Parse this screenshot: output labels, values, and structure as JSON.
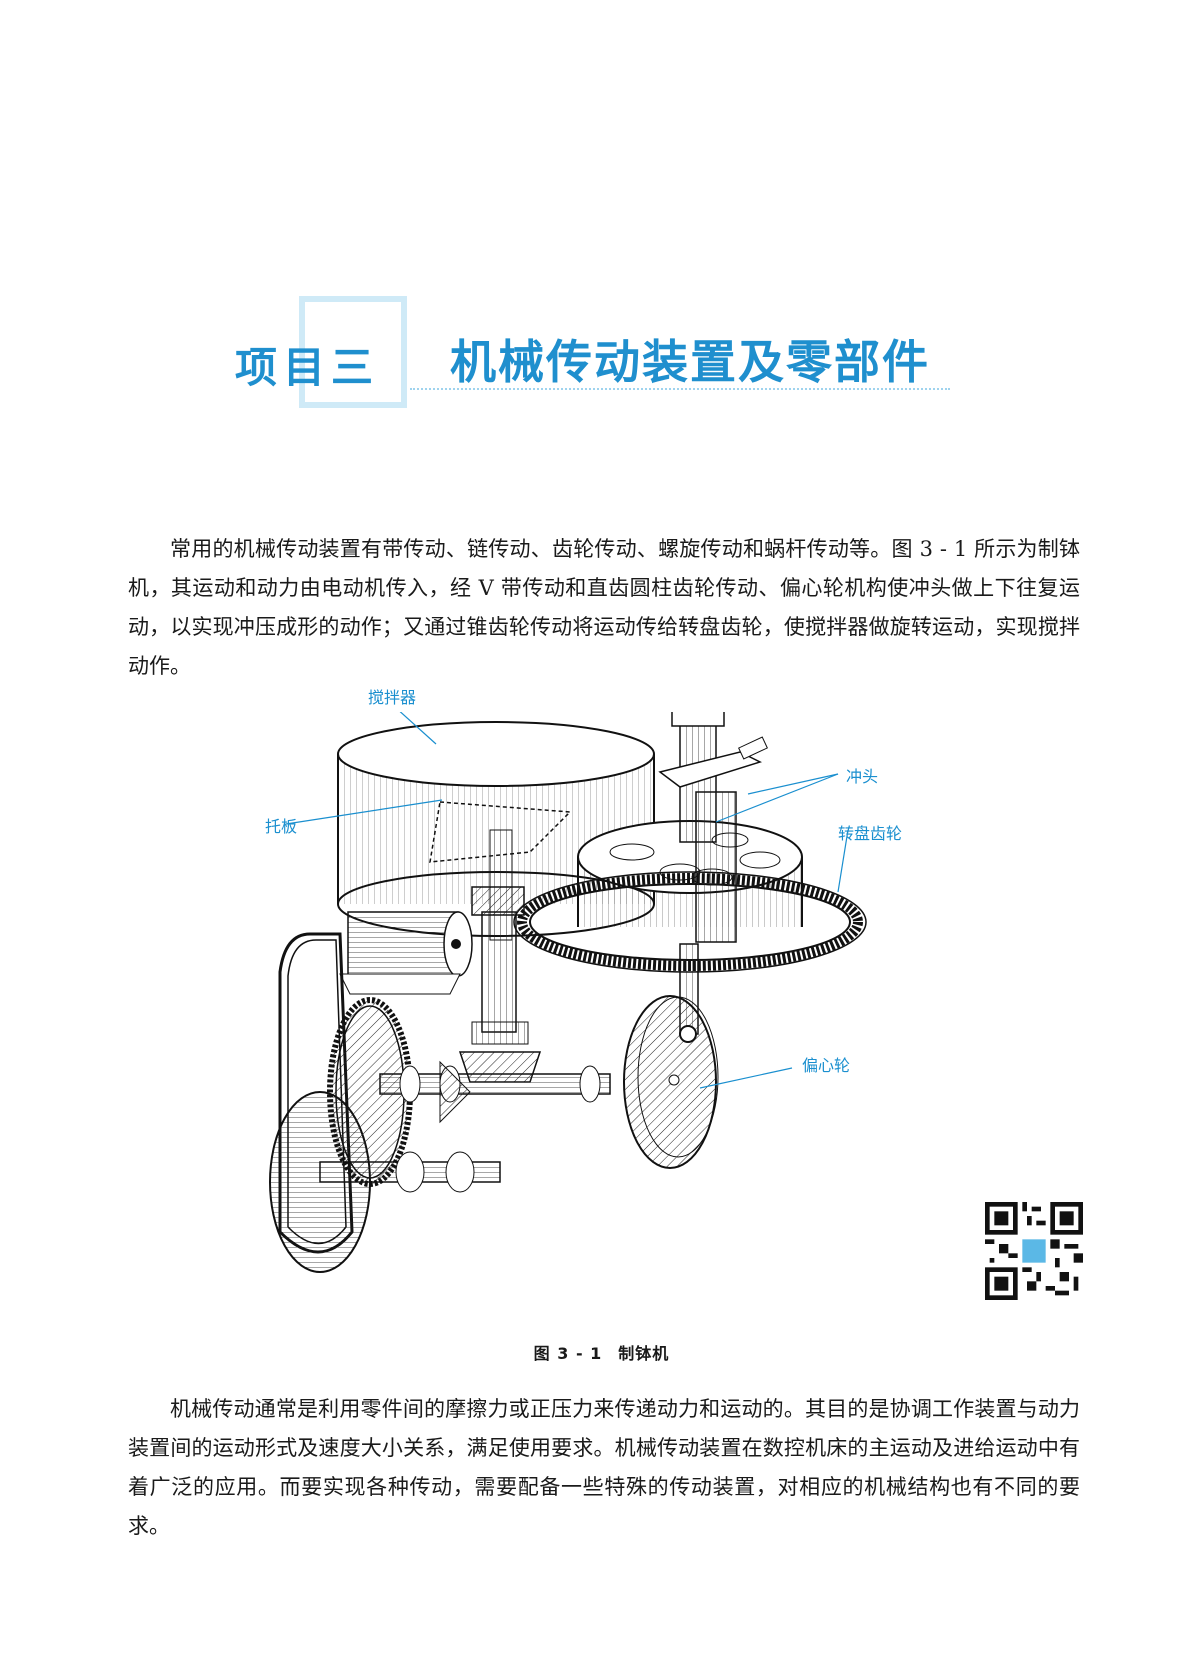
{
  "header": {
    "project_label": "项目三",
    "title": "机械传动装置及零部件"
  },
  "paragraphs": {
    "intro": "常用的机械传动装置有带传动、链传动、齿轮传动、螺旋传动和蜗杆传动等。图 3 - 1 所示为制钵机，其运动和动力由电动机传入，经 V 带传动和直齿圆柱齿轮传动、偏心轮机构使冲头做上下往复运动，以实现冲压成形的动作；又通过锥齿轮传动将运动传给转盘齿轮，使搅拌器做旋转运动，实现搅拌动作。",
    "outro": "机械传动通常是利用零件间的摩擦力或正压力来传递动力和运动的。其目的是协调工作装置与动力装置间的运动形式及速度大小关系，满足使用要求。机械传动装置在数控机床的主运动及进给运动中有着广泛的应用。而要实现各种传动，需要配备一些特殊的传动装置，对相应的机械结构也有不同的要求。"
  },
  "figure": {
    "number": "图 3 - 1",
    "caption": "制钵机",
    "labels": {
      "mixer": "搅拌器",
      "punch": "冲头",
      "turntable_gear": "转盘齿轮",
      "support_plate": "托板",
      "eccentric_wheel": "偏心轮"
    }
  },
  "colors": {
    "accent": "#1f8fce",
    "title_frame": "#cfeaf7",
    "callout": "#1a8fcf"
  },
  "icons": {
    "qr": "qr-code-icon"
  }
}
